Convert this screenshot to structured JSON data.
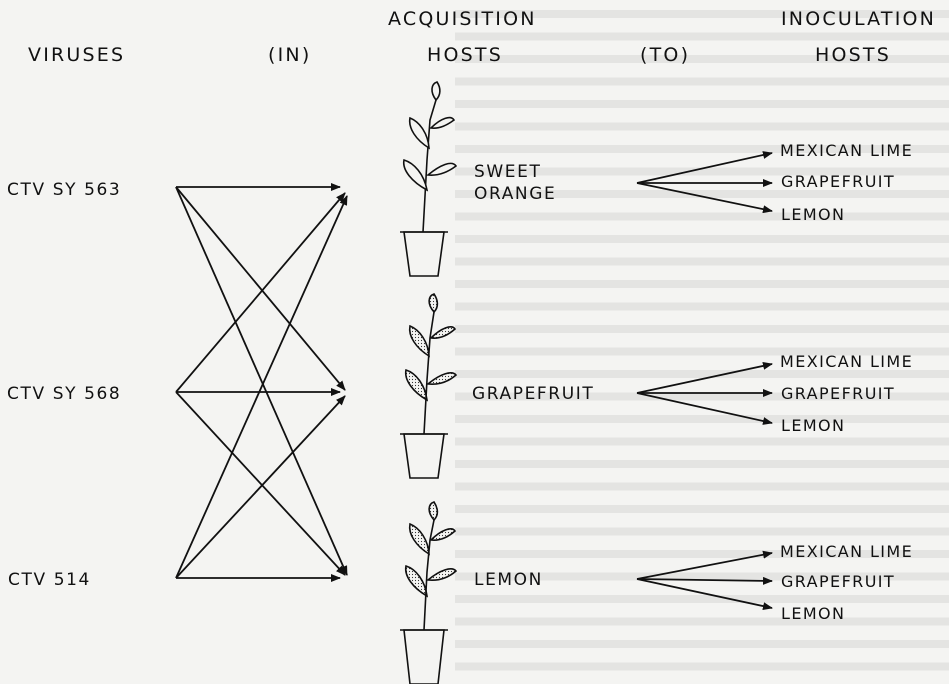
{
  "headers": {
    "viruses": "VIRUSES",
    "in": "(IN)",
    "acquisition_line1": "ACQUISITION",
    "acquisition_line2": "HOSTS",
    "to": "(TO)",
    "inoculation_line1": "INOCULATION",
    "inoculation_line2": "HOSTS"
  },
  "viruses": [
    "CTV SY 563",
    "CTV SY 568",
    "CTV 514"
  ],
  "acquisition_hosts": [
    {
      "line1": "SWEET",
      "line2": "ORANGE"
    },
    {
      "line1": "GRAPEFRUIT",
      "line2": ""
    },
    {
      "line1": "LEMON",
      "line2": ""
    }
  ],
  "inoculation_hosts": [
    [
      "MEXICAN LIME",
      "GRAPEFRUIT",
      "LEMON"
    ],
    [
      "MEXICAN LIME",
      "GRAPEFRUIT",
      "LEMON"
    ],
    [
      "MEXICAN LIME",
      "GRAPEFRUIT",
      "LEMON"
    ]
  ],
  "colors": {
    "ink": "#111111",
    "background": "#f4f4f2"
  }
}
